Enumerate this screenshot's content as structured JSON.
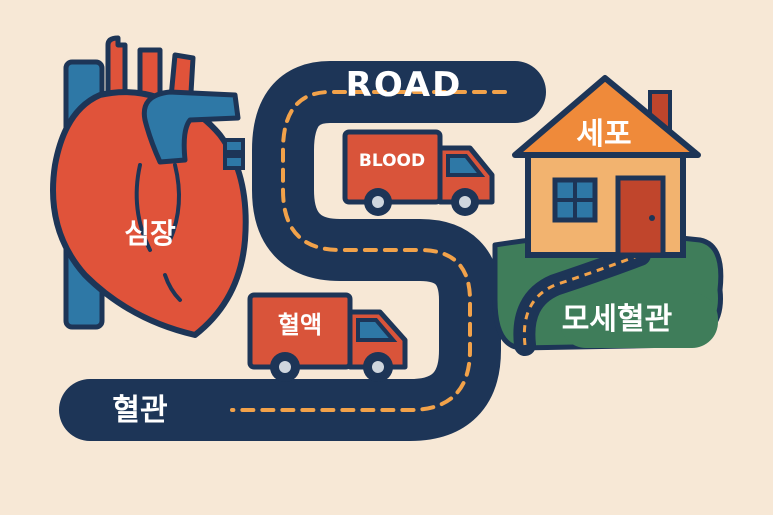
{
  "heart": {
    "label": "심장"
  },
  "road": {
    "label": "ROAD"
  },
  "vessel": {
    "label": "혈관"
  },
  "truck_top": {
    "label": "BLOOD"
  },
  "truck_bottom": {
    "label": "혈액"
  },
  "house": {
    "label": "세포"
  },
  "capillary": {
    "label": "모세혈관"
  },
  "colors": {
    "background": "#f7e8d6",
    "road": "#1d3557",
    "road_dash": "#f2a24a",
    "heart": "#e0533a",
    "vessel_blue": "#2e78a6",
    "truck": "#d9543a",
    "house_wall": "#f2b36f",
    "roof": "#ef8a3a",
    "grass": "#3f7d5a"
  }
}
